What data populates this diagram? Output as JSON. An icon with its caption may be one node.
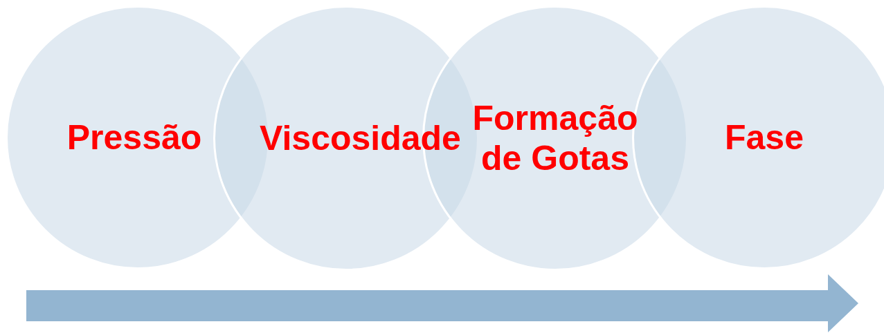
{
  "diagram": {
    "nodes": [
      {
        "text": [
          "Pressão"
        ]
      },
      {
        "text": [
          "Viscosidade"
        ]
      },
      {
        "text": [
          "Formação de Gotas"
        ]
      },
      {
        "text": [
          "Fase"
        ]
      }
    ]
  }
}
